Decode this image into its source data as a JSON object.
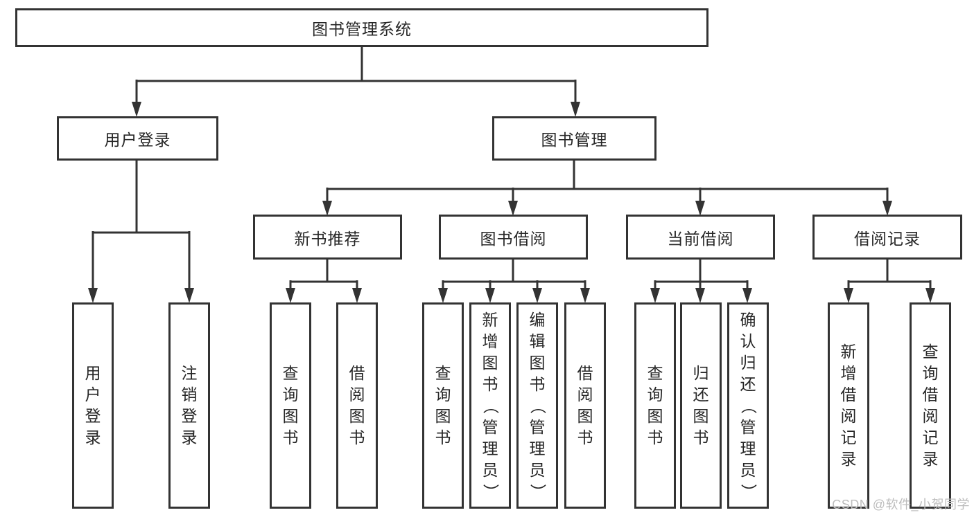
{
  "tree": {
    "label": "图书管理系统",
    "children": [
      {
        "label": "用户登录",
        "children": [
          {
            "label": "用户登录"
          },
          {
            "label": "注销登录"
          }
        ]
      },
      {
        "label": "图书管理",
        "children": [
          {
            "label": "新书推荐",
            "children": [
              {
                "label": "查询图书"
              },
              {
                "label": "借阅图书"
              }
            ]
          },
          {
            "label": "图书借阅",
            "children": [
              {
                "label": "查询图书"
              },
              {
                "label": "新增图书（管理员）"
              },
              {
                "label": "编辑图书（管理员）"
              },
              {
                "label": "借阅图书"
              }
            ]
          },
          {
            "label": "当前借阅",
            "children": [
              {
                "label": "查询图书"
              },
              {
                "label": "归还图书"
              },
              {
                "label": "确认归还（管理员）"
              }
            ]
          },
          {
            "label": "借阅记录",
            "children": [
              {
                "label": "新增借阅记录"
              },
              {
                "label": "查询借阅记录"
              }
            ]
          }
        ]
      }
    ]
  },
  "watermark": {
    "text": "CSDN @软件_小贺同学"
  },
  "colors": {
    "line": "#333333",
    "border": "#333333",
    "text": "#262626",
    "background": "#ffffff",
    "watermark": "#bdbdbd"
  }
}
